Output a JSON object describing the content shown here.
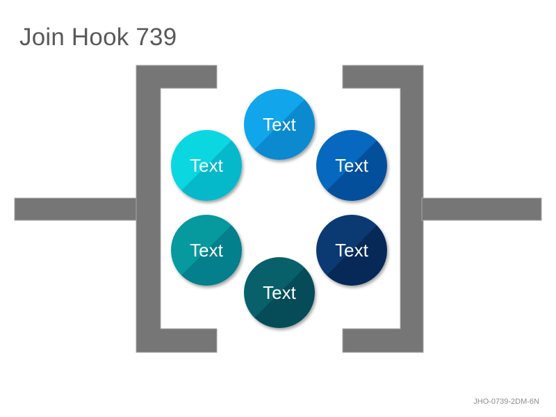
{
  "title": "Join Hook 739",
  "footer_code": "JHO-0739-2DM-6N",
  "colors": {
    "bracket": "#767676",
    "bracket_stroke": "#a6a6a6"
  },
  "circles": [
    {
      "label": "Text",
      "color_light": "#11a6ec",
      "color_dark": "#0b8ad0"
    },
    {
      "label": "Text",
      "color_light": "#0669bf",
      "color_dark": "#044f9c"
    },
    {
      "label": "Text",
      "color_light": "#0b3a72",
      "color_dark": "#062957"
    },
    {
      "label": "Text",
      "color_light": "#08616a",
      "color_dark": "#064c58"
    },
    {
      "label": "Text",
      "color_light": "#06999e",
      "color_dark": "#047f8c"
    },
    {
      "label": "Text",
      "color_light": "#0bd7e1",
      "color_dark": "#05b9cb"
    }
  ]
}
